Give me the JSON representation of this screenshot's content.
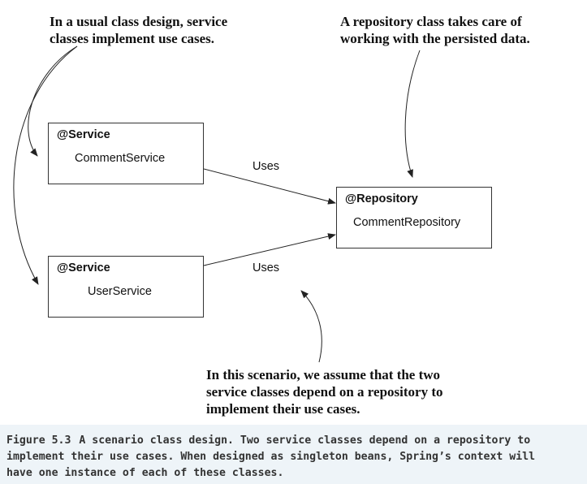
{
  "annotations": {
    "left": "In a usual class design, service\nclasses implement use cases.",
    "right": "A repository class takes care of\nworking with the persisted data.",
    "bottom": "In this scenario, we assume that the two\nservice classes depend on a repository to\nimplement their use cases."
  },
  "boxes": {
    "comment_service": {
      "stereotype": "@Service",
      "name": "CommentService"
    },
    "user_service": {
      "stereotype": "@Service",
      "name": "UserService"
    },
    "repository": {
      "stereotype": "@Repository",
      "name": "CommentRepository"
    }
  },
  "edges": {
    "top_label": "Uses",
    "bottom_label": "Uses"
  },
  "caption": {
    "label": "Figure 5.3",
    "text": "A scenario class design. Two service classes depend on a repository to implement their use cases. When designed as singleton beans, Spring’s context will have one instance of each of these classes."
  }
}
